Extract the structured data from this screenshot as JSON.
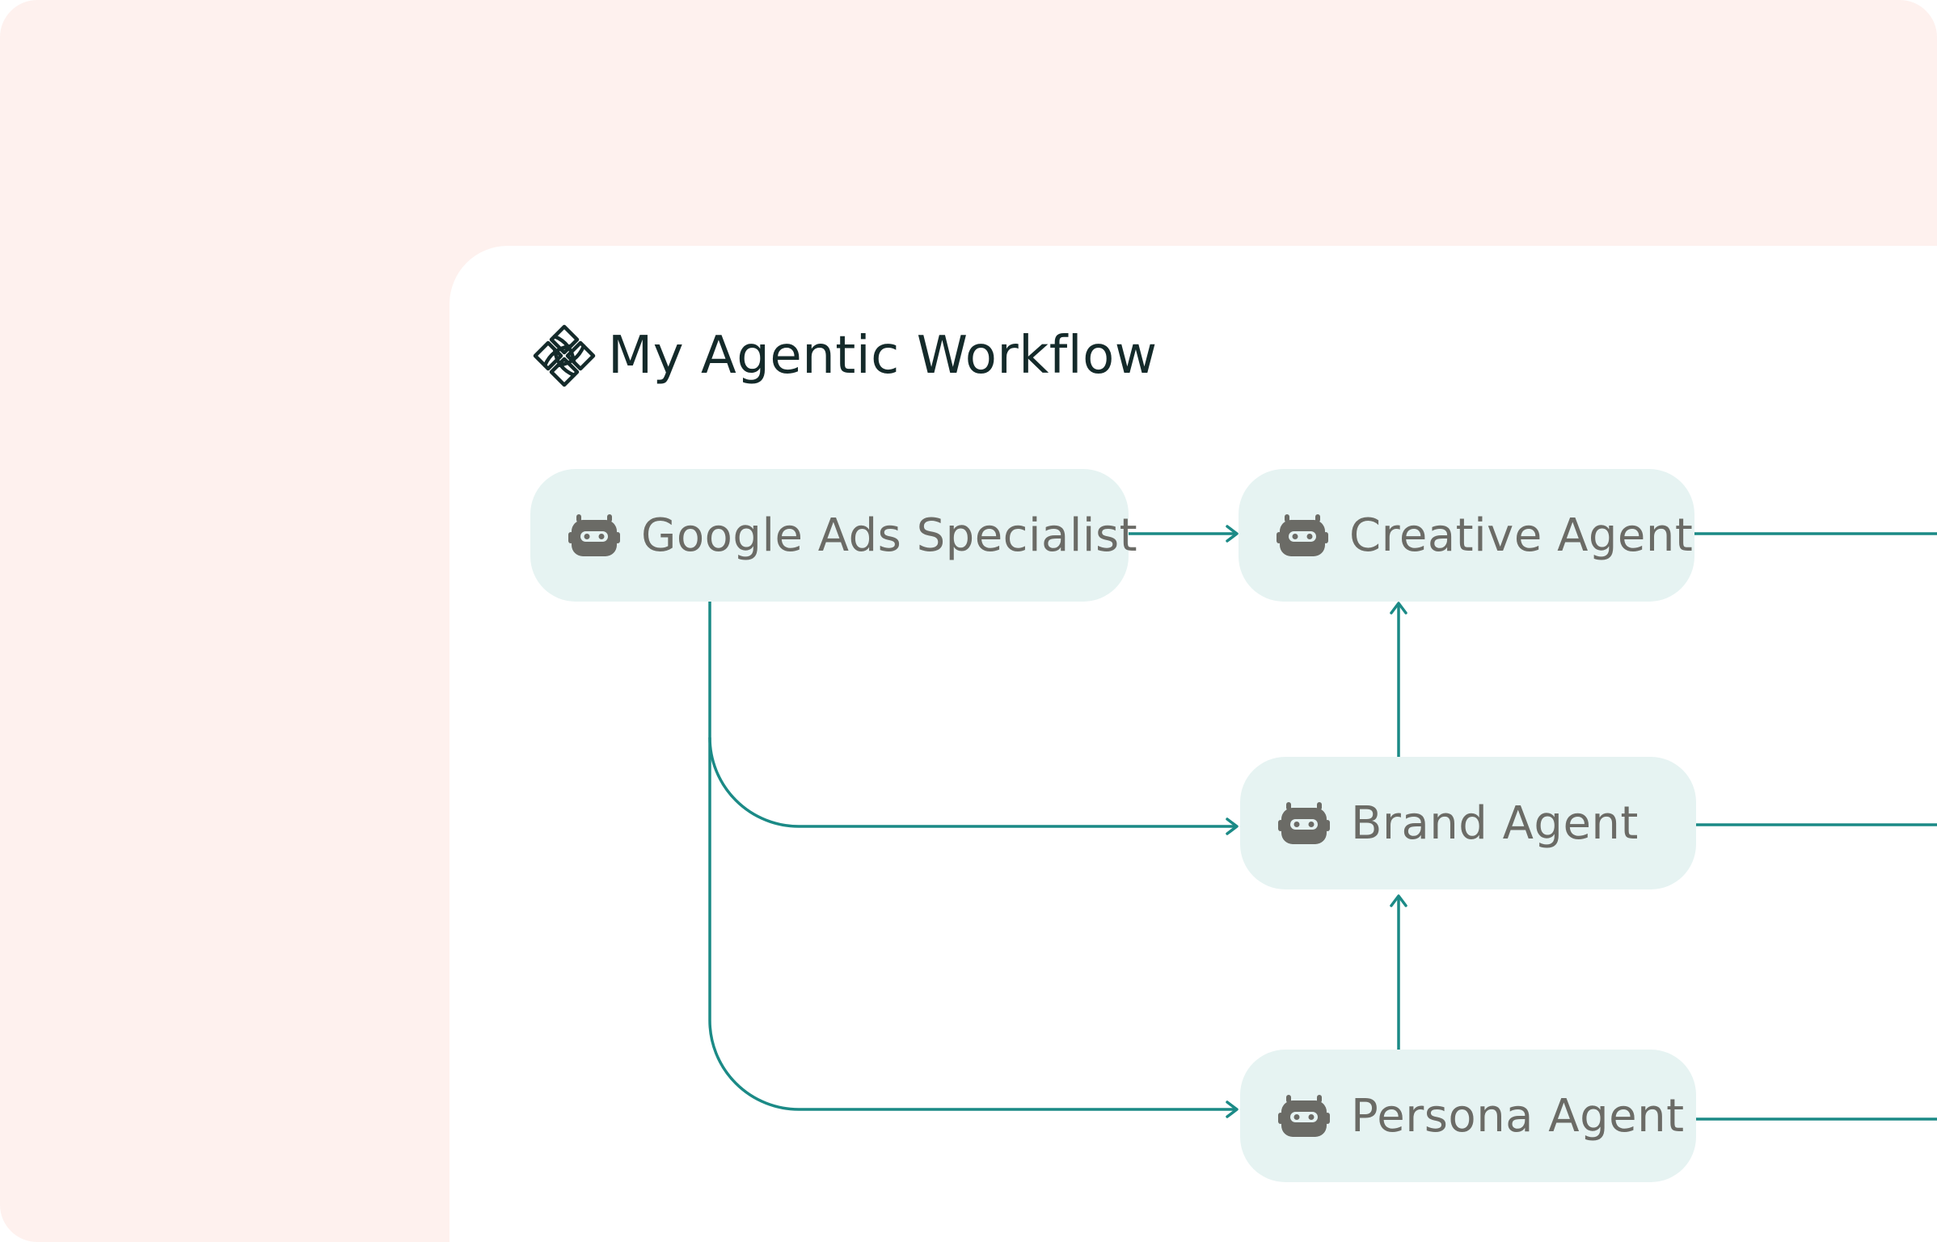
{
  "workflow": {
    "title": "My Agentic Workflow",
    "logo_icon": "workflow-logo-icon"
  },
  "colors": {
    "outer_background": "#FEF1EE",
    "card_background": "#FFFFFF",
    "node_fill": "#E6F3F2",
    "edge_color": "#1B8A86",
    "title_color": "#142A2A",
    "label_color": "#6B6B66",
    "icon_color": "#6B6B66"
  },
  "nodes": [
    {
      "id": "google",
      "label": "Google Ads Specialist",
      "icon": "robot-icon"
    },
    {
      "id": "creative",
      "label": "Creative Agent",
      "icon": "robot-icon"
    },
    {
      "id": "brand",
      "label": "Brand Agent",
      "icon": "robot-icon"
    },
    {
      "id": "persona",
      "label": "Persona Agent",
      "icon": "robot-icon"
    }
  ],
  "edges": [
    {
      "from": "Google Ads Specialist",
      "to": "Creative Agent"
    },
    {
      "from": "Google Ads Specialist",
      "to": "Brand Agent"
    },
    {
      "from": "Google Ads Specialist",
      "to": "Persona Agent"
    },
    {
      "from": "Brand Agent",
      "to": "Creative Agent"
    },
    {
      "from": "Persona Agent",
      "to": "Brand Agent"
    }
  ]
}
